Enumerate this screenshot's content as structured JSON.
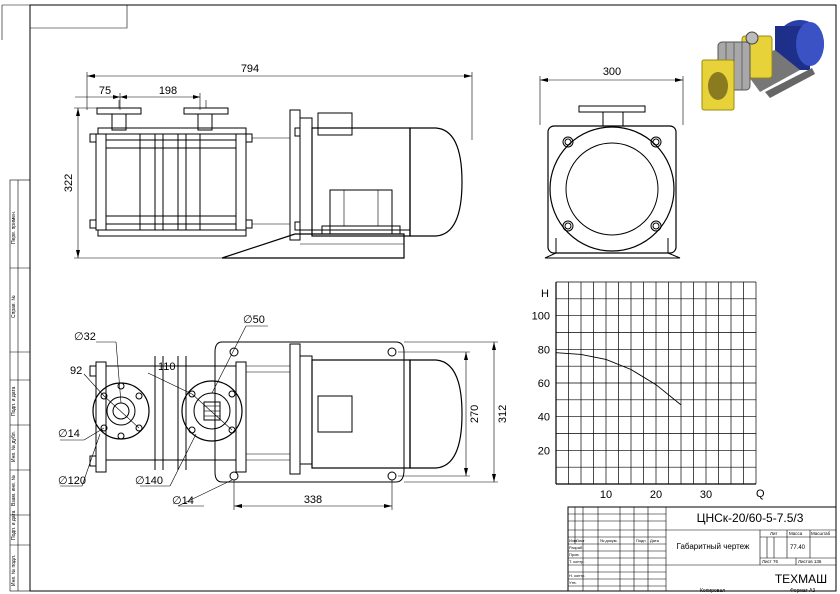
{
  "dimensions": {
    "overall_length": "794",
    "flange_offset": "75",
    "flange_spacing": "198",
    "height": "322",
    "width": "300",
    "d32": "∅32",
    "d50": "∅50",
    "d92": "92",
    "d110": "110",
    "d14_left": "∅14",
    "d120": "∅120",
    "d140": "∅140",
    "d14_bottom": "∅14",
    "base_length": "338",
    "h270": "270",
    "h312": "312"
  },
  "chart_data": {
    "type": "line",
    "ylabel": "H",
    "xlabel": "Q",
    "yticks": [
      "100",
      "80",
      "60",
      "40",
      "20"
    ],
    "xticks": [
      "10",
      "20",
      "30"
    ],
    "xlim": [
      0,
      40
    ],
    "ylim": [
      0,
      120
    ],
    "series": [
      {
        "x": [
          0,
          5,
          10,
          15,
          20,
          25
        ],
        "y": [
          78,
          77,
          74,
          68,
          59,
          47
        ]
      }
    ]
  },
  "side_stamps": [
    "Перв. примен.",
    "Справ. №",
    "Подп. и дата",
    "Инв. № дубл.",
    "Взам. инв. №",
    "Подп. и дата",
    "Инв. № подл."
  ],
  "title_block": {
    "designation": "ЦНСк-20/60-5-7.5/3",
    "doc_title": "Габаритный чертеж",
    "col_lit": "Лит",
    "col_mass": "Масса",
    "col_scale": "Масштаб",
    "mass_value": "77.40",
    "sheet": "Лист 76",
    "sheets": "Листов 136",
    "company": "ТЕХМАШ",
    "row_headers": [
      "Изм.",
      "Лист",
      "№ докум.",
      "Подп.",
      "Дата"
    ],
    "roles": [
      "Разраб.",
      "Пров.",
      "Т. контр.",
      "Н. контр.",
      "Утв."
    ],
    "copied": "Копировал",
    "format": "Формат A3"
  },
  "colors": {
    "render_yellow": "#e8d23a",
    "render_blue": "#2b3fa8",
    "render_steel": "#9a9a9a"
  }
}
